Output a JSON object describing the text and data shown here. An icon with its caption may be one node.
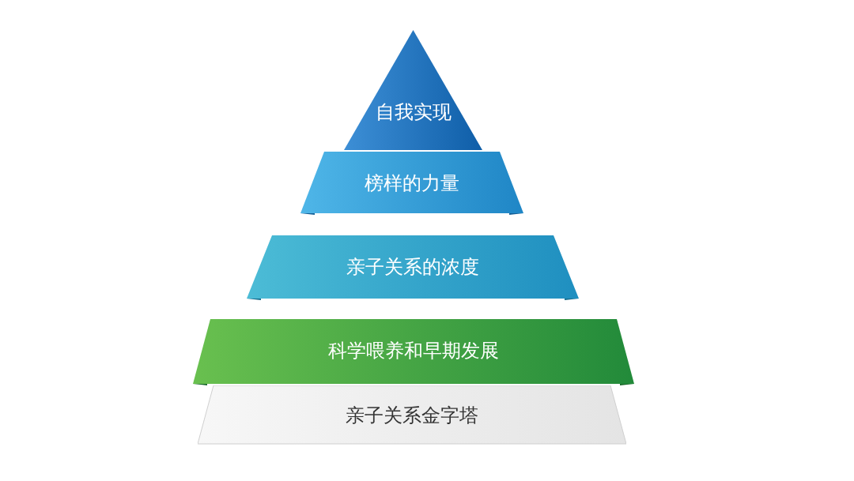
{
  "diagram": {
    "nodes": [
      {
        "text": [
          "自我实现"
        ]
      },
      {
        "text": [
          "榜样的力量"
        ]
      },
      {
        "text": [
          "亲子关系的浓度"
        ]
      },
      {
        "text": [
          "科学喂养和早期发展"
        ]
      },
      {
        "text": [
          "亲子关系金字塔"
        ]
      }
    ]
  }
}
